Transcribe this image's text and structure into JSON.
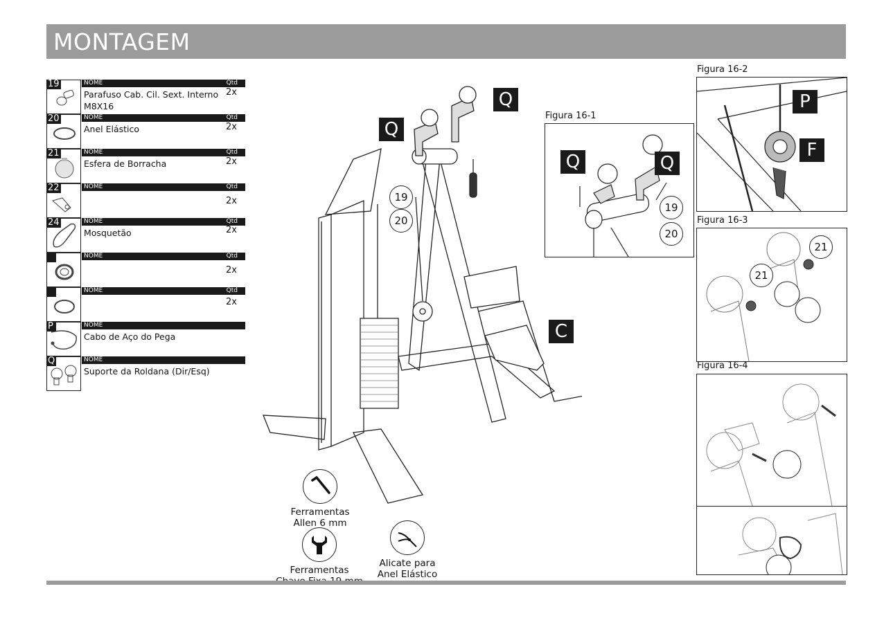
{
  "header": {
    "title": "MONTAGEM"
  },
  "parts_table": {
    "col_name": "NOME",
    "col_qty": "Qtd",
    "rows": [
      {
        "id": "19",
        "name": "Parafuso Cab. Cil. Sext. Interno M8X16",
        "qty": "2x",
        "icon": "bolt-icon"
      },
      {
        "id": "20",
        "name": "Anel Elástico",
        "qty": "2x",
        "icon": "snap-ring-icon"
      },
      {
        "id": "21",
        "name": "Esfera de Borracha",
        "qty": "2x",
        "icon": "rubber-ball-icon"
      },
      {
        "id": "22",
        "name": "",
        "qty": "2x",
        "icon": "cable-end-icon"
      },
      {
        "id": "24",
        "name": "Mosquetão",
        "qty": "2x",
        "icon": "carabiner-icon"
      },
      {
        "id": "",
        "name": "",
        "qty": "2x",
        "icon": "bushing-icon"
      },
      {
        "id": "",
        "name": "",
        "qty": "2x",
        "icon": "ring-icon"
      },
      {
        "id": "P",
        "name": "Cabo de Aço do Pega",
        "qty": "",
        "icon": "steel-cable-icon"
      },
      {
        "id": "Q",
        "name": "Suporte da Roldana (Dir/Esq)",
        "qty": "",
        "icon": "pulley-bracket-icon"
      }
    ]
  },
  "main_diagram": {
    "callouts": {
      "q_left": "Q",
      "q_right": "Q",
      "c": "C"
    },
    "numbers": {
      "n19": "19",
      "n20": "20"
    }
  },
  "figures": {
    "fig1": {
      "label": "Figura 16-1",
      "callout_q1": "Q",
      "callout_q2": "Q",
      "n19": "19",
      "n20": "20"
    },
    "fig2": {
      "label": "Figura 16-2",
      "callout_p": "P",
      "callout_f": "F"
    },
    "fig3": {
      "label": "Figura 16-3",
      "n21a": "21",
      "n21b": "21"
    },
    "fig4": {
      "label": "Figura 16-4"
    }
  },
  "tools": {
    "allen": {
      "line1": "Ferramentas",
      "line2": "Allen 6 mm"
    },
    "wrench": {
      "line1": "Ferramentas",
      "line2": "Chave Fixa 19 mm"
    },
    "pliers": {
      "line1": "Alicate para",
      "line2": "Anel Elástico"
    }
  }
}
